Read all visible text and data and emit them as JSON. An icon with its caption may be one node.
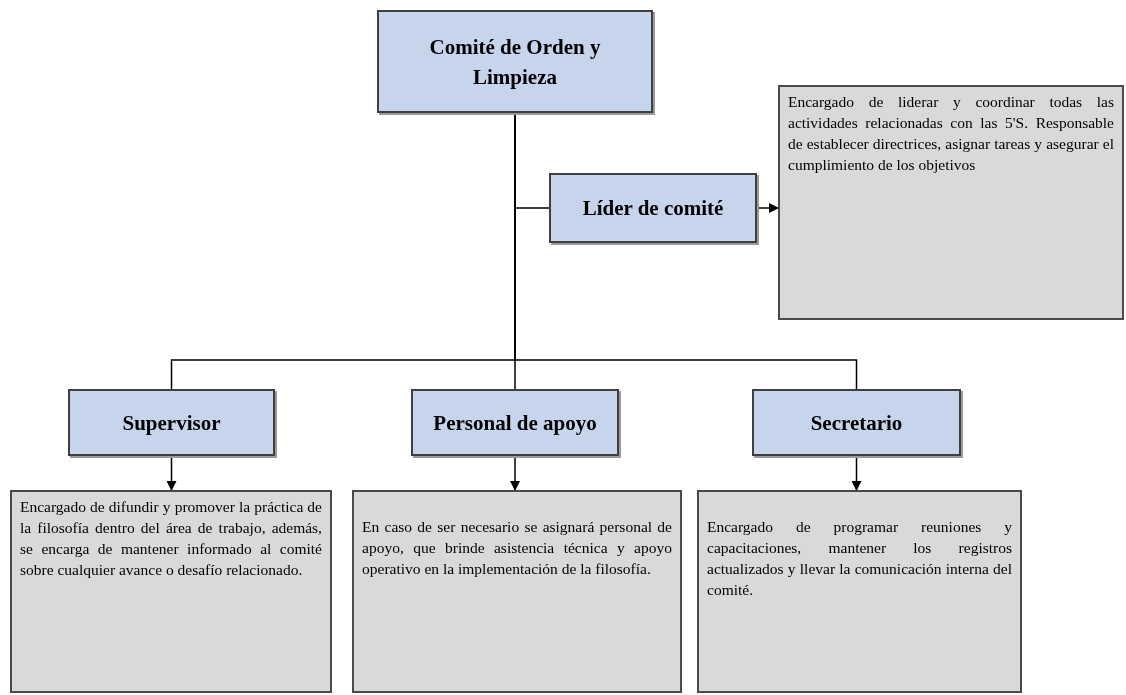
{
  "diagram": {
    "nodes": [
      {
        "text": [
          "Comité de Orden y Limpieza"
        ]
      },
      {
        "text": [
          "Líder de comité"
        ]
      },
      {
        "text": [
          "Encargado de liderar y coordinar todas las actividades relacionadas con las 5'S. Responsable de establecer directrices, asignar tareas y asegurar el cumplimiento de los objetivos"
        ]
      },
      {
        "text": [
          "Supervisor"
        ]
      },
      {
        "text": [
          "Personal de apoyo"
        ]
      },
      {
        "text": [
          "Secretario"
        ]
      },
      {
        "text": [
          "Encargado de difundir y promover la práctica de la filosofía dentro del área de trabajo, además, se encarga de mantener informado al comité sobre cualquier avance o desafío relacionado."
        ]
      },
      {
        "text": [
          "En caso de ser necesario se asignará personal de apoyo, que brinde asistencia técnica y apoyo operativo en la implementación de la filosofía."
        ]
      },
      {
        "text": [
          "Encargado de programar reuniones y capacitaciones, mantener los registros actualizados y llevar la comunicación interna del comité."
        ]
      }
    ],
    "edges": [
      {
        "from": 0,
        "to": 1,
        "arrow": "none"
      },
      {
        "from": 1,
        "to": 2,
        "arrow": "to"
      },
      {
        "from": 0,
        "to": 3,
        "arrow": "none"
      },
      {
        "from": 0,
        "to": 4,
        "arrow": "none"
      },
      {
        "from": 0,
        "to": 5,
        "arrow": "none"
      },
      {
        "from": 3,
        "to": 6,
        "arrow": "to"
      },
      {
        "from": 4,
        "to": 7,
        "arrow": "to"
      },
      {
        "from": 5,
        "to": 8,
        "arrow": "to"
      }
    ]
  }
}
